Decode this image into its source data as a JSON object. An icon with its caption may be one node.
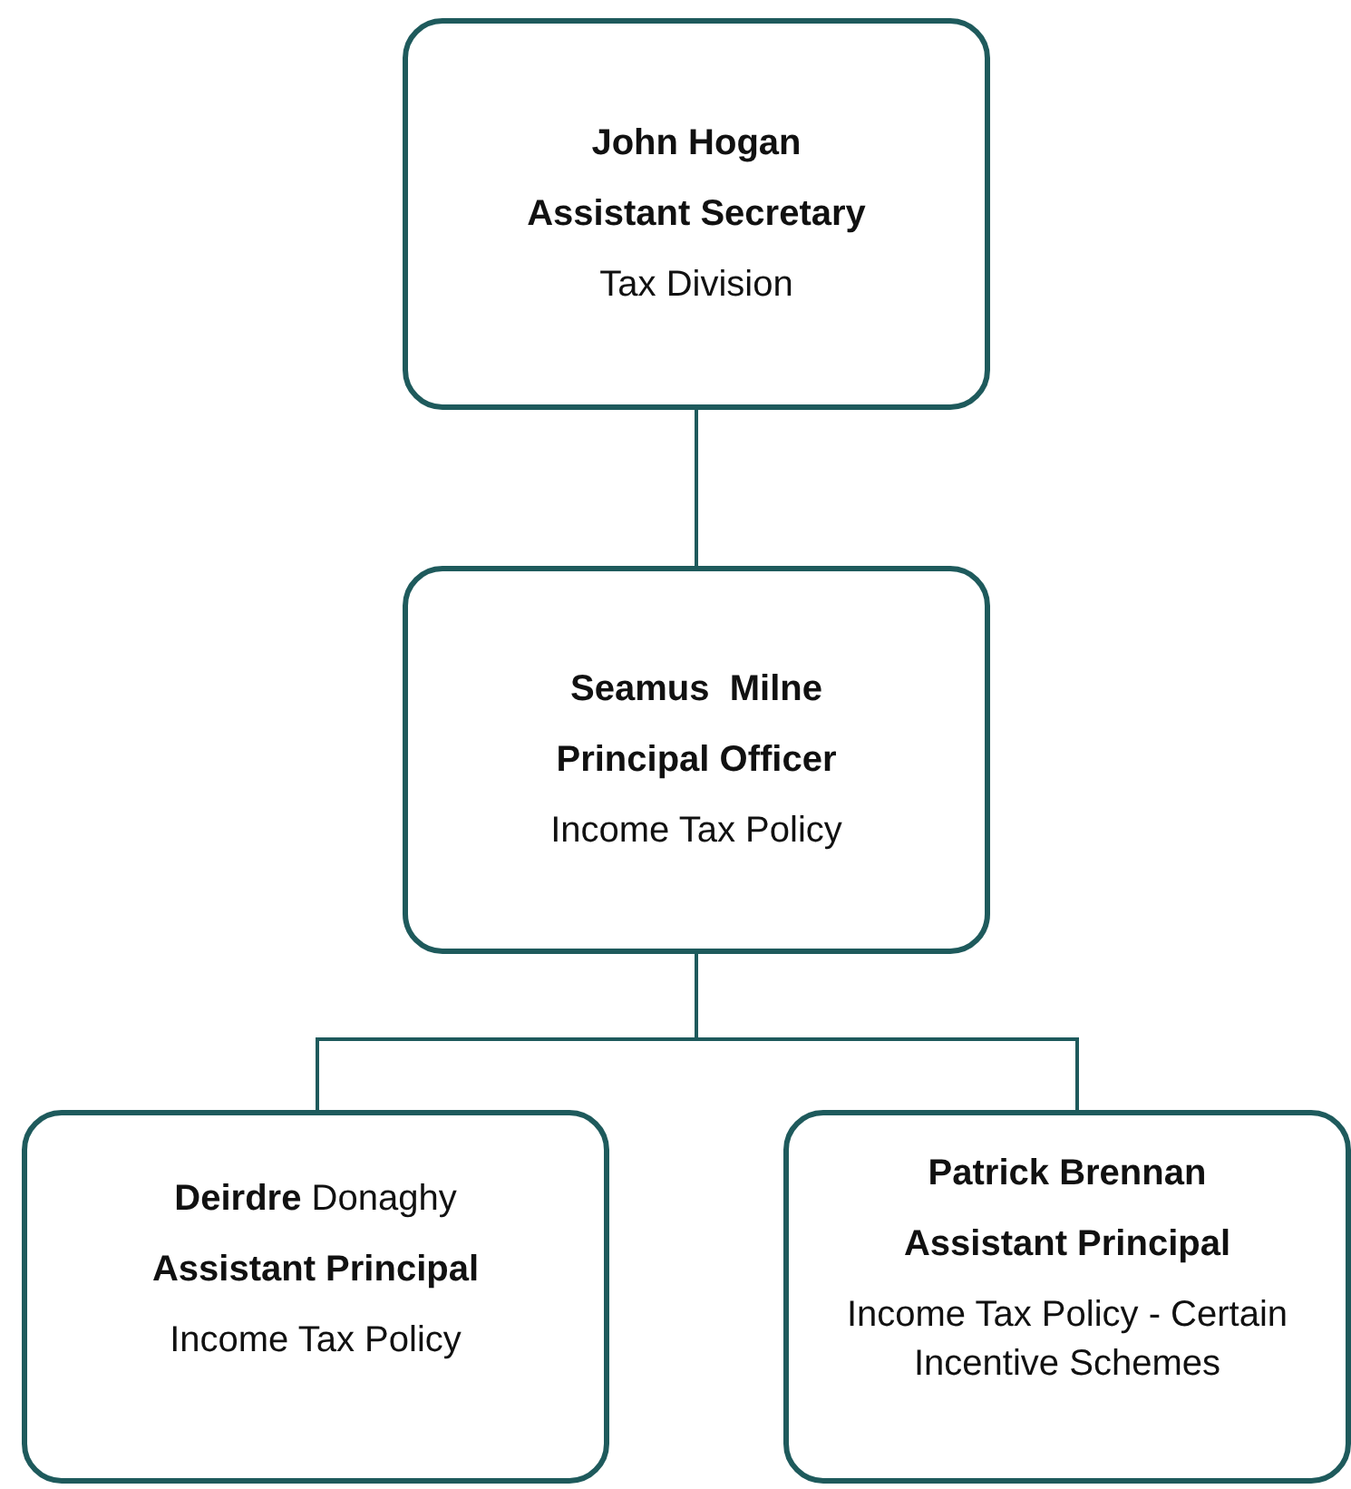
{
  "diagram": {
    "nodes": [
      {
        "text": [
          "**John Hogan**",
          "**Assistant Secretary**",
          "Tax Division"
        ]
      },
      {
        "text": [
          "**Seamus  Milne**",
          "**Principal Officer**",
          "Income Tax Policy"
        ]
      },
      {
        "text": [
          "**Deirdre** Donaghy",
          "**Assistant Principal**",
          "Income Tax Policy"
        ]
      },
      {
        "text": [
          "**Patrick Brennan**",
          "**Assistant Principal**",
          "Income Tax Policy - Certain Incentive Schemes"
        ]
      }
    ],
    "edges": [
      {
        "from": 0,
        "to": 1,
        "arrow": "none"
      },
      {
        "from": 1,
        "to": 2,
        "arrow": "none"
      },
      {
        "from": 1,
        "to": 3,
        "arrow": "none"
      }
    ]
  }
}
